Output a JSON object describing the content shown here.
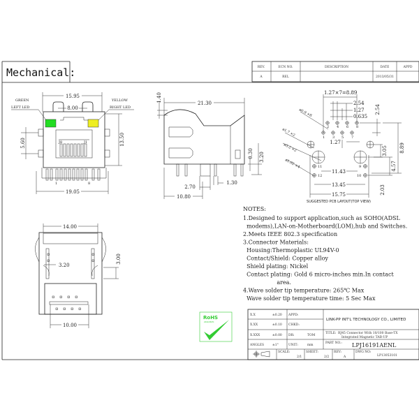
{
  "header": {
    "title": "Mechanical:",
    "revision_table": {
      "columns": [
        "REV.",
        "ECN NO.",
        "DESCRIPTION",
        "DATE",
        "APPD"
      ],
      "rows": [
        [
          "A",
          "REL",
          "",
          "2013/05/31",
          ""
        ]
      ]
    }
  },
  "front_view": {
    "led_left_label": "GREEN",
    "led_left_sub": "LEFT LED",
    "led_right_label": "YELLOW",
    "led_right_sub": "RIGHT LED",
    "led_left_color": "#22dd22",
    "led_right_color": "#eeee22",
    "dims": {
      "width_top": "15.95",
      "opening": "8.00",
      "height": "13.50",
      "led_spacing": "5.60",
      "width_bottom": "19.05"
    },
    "pin_labels": {
      "j8": "J8",
      "j1": "J1",
      "p1": "1",
      "p8": "8"
    }
  },
  "side_view": {
    "dims": {
      "length": "21.30",
      "top": "1.40",
      "d1": "0.30",
      "d2": "3.20",
      "d3": "2.70",
      "d4": "1.30",
      "d5": "10.80"
    }
  },
  "pcb_layout": {
    "caption": "SUGGESTED PCB LAYOUT(TOP VIEW)",
    "dims": {
      "pitch": "1.27×7=8.89",
      "d254": "2.54",
      "d127": "1.27",
      "d0635": "0.635",
      "hole_signal": "ø0.9 ×8",
      "hole_led": "ø1.7 ×2",
      "hole_mount": "ø3.2 ×2",
      "hole_shield": "ø1.02 ×4",
      "v254": "2.54",
      "v889": "8.89",
      "v127": "1.27",
      "v305": "3.05",
      "v457": "4.57",
      "v203": "2.03",
      "h1143": "11.43",
      "h1345": "13.45",
      "h1575": "15.75"
    },
    "pins": [
      "1",
      "2",
      "3",
      "4",
      "5",
      "6",
      "7",
      "8",
      "9",
      "10",
      "11",
      "12"
    ]
  },
  "bottom_view": {
    "dims": {
      "width": "14.00",
      "offset": "3.20",
      "height": "3.00",
      "pin_span": "10.00"
    }
  },
  "notes": {
    "heading": "NOTES:",
    "lines": [
      "1.Designed to support application,such as SOHO(ADSL",
      "  modems),LAN-on-Motherboard(LOM),hub and Switches.",
      "2.Meets IEEE 802.3 specification",
      "3.Connector Materials:",
      "  Housing:Thermoplastic UL94V-0",
      "  Contact/Shield: Copper alloy",
      "  Shield plating: Nickel",
      "  Contact plating: Gold 6 micro-inches min.In contact",
      "                   area.",
      "4.Wave solder tip temperature: 265℃ Max",
      "  Wave solder tip temperature time: 5 Sec Max"
    ]
  },
  "rohs": {
    "label": "RoHS",
    "sub": "2002/95/EC",
    "color": "#33cc33"
  },
  "title_block": {
    "tol_x": "X.X",
    "tol_x_val": "±0.20",
    "tol_xx": "X.XX",
    "tol_xx_val": "±0.10",
    "tol_xxx": "X.XXX",
    "tol_xxx_val": "±0.00",
    "angles": "ANGLES",
    "angles_val": "±1°",
    "appd": "APPD:",
    "chkd": "CHKD:",
    "dr": "DR:",
    "dr_val": "TOM",
    "unit": "UNIT:",
    "unit_val": "mm",
    "company": "LINK-PP INT'L TECHNOLOGY CO., LIMITED",
    "title_label": "TITLE:",
    "title_line1": "RJ45 Connector With 10/100 Base-TX",
    "title_line2": "Integrated Magnetic TAB-UP",
    "part_label": "PART NO.:",
    "part_no": "LPJ16191AENL",
    "scale_label": "SCALE:",
    "scale": "2/1",
    "sheet_label": "SHEET:",
    "sheet": "2/2",
    "rev_label": "REV:",
    "rev": "A",
    "dwg_label": "DWG NO:",
    "dwg_no": "LP13053101"
  }
}
